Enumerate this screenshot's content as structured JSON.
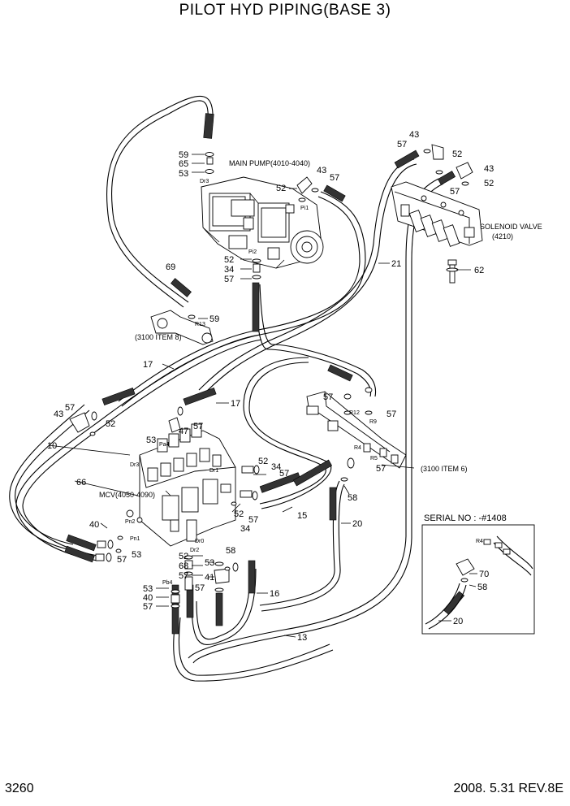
{
  "title": "PILOT HYD PIPING(BASE 3)",
  "page_number": "3260",
  "date_revision": "2008. 5.31  REV.8E",
  "components": {
    "main_pump": "MAIN PUMP(4010-4040)",
    "solenoid_valve_line1": "SOLENOID VALVE",
    "solenoid_valve_line2": "(4210)",
    "mcv": "MCV(4050-4090)",
    "ref_item8": "(3100 ITEM 8)",
    "ref_item6": "(3100 ITEM 6)"
  },
  "serial_note": "SERIAL NO : -#1408",
  "ports": {
    "dr3_pump": "Dr3",
    "pi1": "Pi1",
    "pi2": "Pi2",
    "r13": "R13",
    "r12": "R12",
    "r9": "R9",
    "r4": "R4",
    "r5": "R5",
    "pa4": "Pa4",
    "dr3_mcv": "Dr3",
    "dr1": "Dr1",
    "pn2": "Pn2",
    "pn1": "Pn1",
    "dr0": "Dr0",
    "dr2": "Dr2",
    "pb4": "Pb4",
    "r4_inset": "R4"
  },
  "callouts": {
    "c59a": "59",
    "c65": "65",
    "c53a": "53",
    "c52a": "52",
    "c43a": "43",
    "c57a": "57",
    "c43b": "43",
    "c57b": "57",
    "c52b": "52",
    "c43c": "43",
    "c57c": "57",
    "c52c": "52",
    "c69": "69",
    "c52d": "52",
    "c34a": "34",
    "c57d": "57",
    "c21": "21",
    "c62": "62",
    "c59b": "59",
    "c17a": "17",
    "c17b": "17",
    "c57e": "57",
    "c43d": "43",
    "c52e": "52",
    "c10": "10",
    "c53b": "53",
    "c47": "47",
    "c57f": "57",
    "c57g": "57",
    "c57h": "57",
    "c57i": "57",
    "c52f": "52",
    "c34b": "34",
    "c57j": "57",
    "c52g": "52",
    "c57k": "57",
    "c34c": "34",
    "c15": "15",
    "c58a": "58",
    "c20a": "20",
    "c66": "66",
    "c40a": "40",
    "c57l": "57",
    "c53c": "53",
    "c52h": "52",
    "c68": "68",
    "c57m": "57",
    "c53d": "53",
    "c41": "41",
    "c57n": "57",
    "c58b": "58",
    "c53e": "53",
    "c40b": "40",
    "c57o": "57",
    "c16": "16",
    "c13": "13",
    "c70": "70",
    "c58c": "58",
    "c20b": "20"
  }
}
